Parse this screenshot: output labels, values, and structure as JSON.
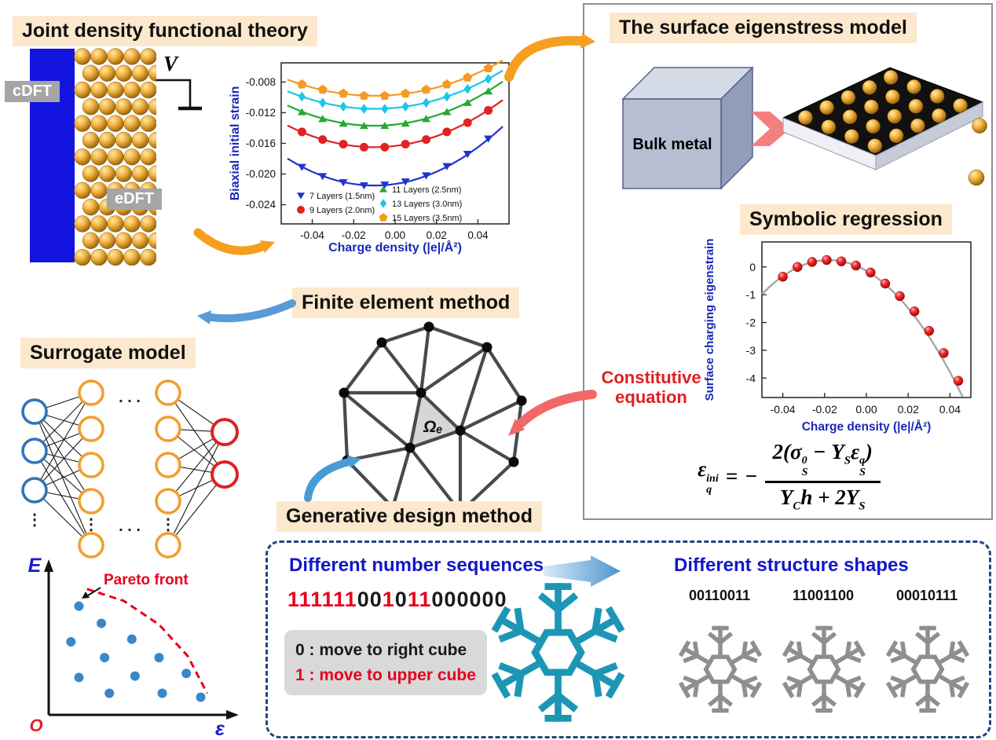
{
  "titles": {
    "jdft": "Joint density functional theory",
    "eigenstress": "The surface eigenstress model",
    "symbolic": "Symbolic regression",
    "fem": "Finite element method",
    "surrogate": "Surrogate model",
    "generative": "Generative design method"
  },
  "jdft": {
    "cdft": "cDFT",
    "edft": "eDFT",
    "voltage": "V"
  },
  "eigenstress": {
    "bulk_metal": "Bulk metal"
  },
  "constitutive": {
    "line1": "Constitutive",
    "line2": "equation"
  },
  "equation": {
    "lhs": "ε",
    "lhs_sup": "ini",
    "lhs_sub": "q",
    "rel": "=",
    "minus": "−",
    "num_coeff": "2(",
    "sigma": "σ",
    "sigma_sup": "0",
    "sigma_sub": "S",
    "op_minus": "−",
    "Y": "Y",
    "Y_sub": "S",
    "eps": "ε",
    "eps_sup": "q",
    "eps_sub": "S",
    "close": ")",
    "den_Y": "Y",
    "den_Y_sub": "C",
    "den_h": "h",
    "den_op": "+ 2",
    "den_Y2": "Y",
    "den_Y2_sub": "S"
  },
  "fem": {
    "element_label": "Ωₑ"
  },
  "generative": {
    "sequences_title": "Different number sequences",
    "shapes_title": "Different structure shapes",
    "sequence": "111111001011000000",
    "rule0": "0 : move to right cube",
    "rule1": "1 : move to upper cube",
    "shape_labels": [
      "00110011",
      "11001100",
      "00010111"
    ],
    "colors": {
      "one": "#e8001c",
      "zero": "#1a1a1a"
    }
  },
  "chart_data": [
    {
      "id": "biaxial-initial-strain",
      "type": "scatter",
      "title": "",
      "xlabel": "Charge density (|e|/Å²)",
      "ylabel": "Biaxial initial strain",
      "xlim": [
        -0.055,
        0.055
      ],
      "ylim": [
        -0.0265,
        -0.0055
      ],
      "xticks": [
        -0.04,
        -0.02,
        0,
        0.02,
        0.04
      ],
      "xtick_labels": [
        "-0.04",
        "-0.02",
        "0.00",
        "0.02",
        "0.04"
      ],
      "yticks": [
        -0.008,
        -0.012,
        -0.016,
        -0.02,
        -0.024
      ],
      "ytick_labels": [
        "-0.008",
        "-0.012",
        "-0.016",
        "-0.020",
        "-0.024"
      ],
      "legend_position": "inside bottom",
      "x": [
        -0.045,
        -0.035,
        -0.025,
        -0.015,
        -0.005,
        0.005,
        0.015,
        0.025,
        0.035,
        0.045
      ],
      "series": [
        {
          "name": "7 Layers (1.5nm)",
          "marker": "triangle-down",
          "color": "#2233cc",
          "vertex": [
            -0.01,
            -0.0215
          ],
          "curv": 2.0,
          "y": [
            -0.0191,
            -0.0203,
            -0.0211,
            -0.0215,
            -0.0214,
            -0.021,
            -0.0202,
            -0.019,
            -0.0174,
            -0.0154
          ]
        },
        {
          "name": "9 Layers (2.0nm)",
          "marker": "circle",
          "color": "#e02222",
          "vertex": [
            -0.01,
            -0.0165
          ],
          "curv": 1.6,
          "y": [
            -0.0145,
            -0.0155,
            -0.0161,
            -0.0165,
            -0.0165,
            -0.0161,
            -0.0155,
            -0.0145,
            -0.0133,
            -0.0117
          ]
        },
        {
          "name": "11 Layers (2.5nm)",
          "marker": "triangle-up",
          "color": "#22aa33",
          "vertex": [
            -0.01,
            -0.0137
          ],
          "curv": 1.5,
          "y": [
            -0.0119,
            -0.0128,
            -0.0134,
            -0.0137,
            -0.0137,
            -0.0134,
            -0.0128,
            -0.0119,
            -0.0107,
            -0.0092
          ]
        },
        {
          "name": "13 Layers (3.0nm)",
          "marker": "diamond",
          "color": "#18c8e8",
          "vertex": [
            -0.01,
            -0.0115
          ],
          "curv": 1.3,
          "y": [
            -0.0099,
            -0.0107,
            -0.0112,
            -0.0115,
            -0.0115,
            -0.0112,
            -0.0107,
            -0.0099,
            -0.0089,
            -0.0076
          ]
        },
        {
          "name": "15 Layers (3.5nm)",
          "marker": "pentagon",
          "color": "#f59a22",
          "vertex": [
            -0.01,
            -0.0098
          ],
          "curv": 1.2,
          "y": [
            -0.0083,
            -0.009,
            -0.0095,
            -0.0098,
            -0.0098,
            -0.0095,
            -0.009,
            -0.0083,
            -0.0074,
            -0.0062
          ]
        }
      ]
    },
    {
      "id": "surface-charging-eigenstrain",
      "type": "scatter",
      "title": "",
      "xlabel": "Charge density (|e|/Å²)",
      "ylabel": "Surface charging eigenstrain",
      "xlim": [
        -0.05,
        0.05
      ],
      "ylim": [
        -4.7,
        0.9
      ],
      "xticks": [
        -0.04,
        -0.02,
        0,
        0.02,
        0.04
      ],
      "xtick_labels": [
        "-0.04",
        "-0.02",
        "0.00",
        "0.02",
        "0.04"
      ],
      "yticks": [
        0,
        -1,
        -2,
        -3,
        -4
      ],
      "ytick_labels": [
        "0",
        "-1",
        "-2",
        "-3",
        "-4"
      ],
      "points_x": [
        -0.04,
        -0.033,
        -0.026,
        -0.019,
        -0.012,
        -0.005,
        0.002,
        0.009,
        0.016,
        0.023,
        0.03,
        0.037,
        0.044
      ],
      "points_y": [
        -0.35,
        0.0,
        0.18,
        0.25,
        0.2,
        0.05,
        -0.2,
        -0.6,
        -1.05,
        -1.6,
        -2.3,
        -3.1,
        -4.1
      ],
      "fit_vertex": [
        -0.018,
        0.25
      ],
      "fit_curvature": 1200
    },
    {
      "id": "pareto-front",
      "type": "scatter",
      "title": "",
      "xlabel": "ε",
      "ylabel": "E",
      "origin_label": "O",
      "annotation": "Pareto front",
      "axes_unlabeled": true,
      "points_rel": [
        [
          0.12,
          0.8
        ],
        [
          0.07,
          0.53
        ],
        [
          0.12,
          0.26
        ],
        [
          0.26,
          0.67
        ],
        [
          0.28,
          0.41
        ],
        [
          0.31,
          0.14
        ],
        [
          0.45,
          0.55
        ],
        [
          0.47,
          0.27
        ],
        [
          0.62,
          0.41
        ],
        [
          0.64,
          0.14
        ],
        [
          0.79,
          0.29
        ],
        [
          0.88,
          0.11
        ]
      ],
      "front_rel": [
        [
          0.17,
          0.93
        ],
        [
          0.4,
          0.84
        ],
        [
          0.62,
          0.66
        ],
        [
          0.8,
          0.42
        ],
        [
          0.92,
          0.14
        ]
      ]
    }
  ]
}
